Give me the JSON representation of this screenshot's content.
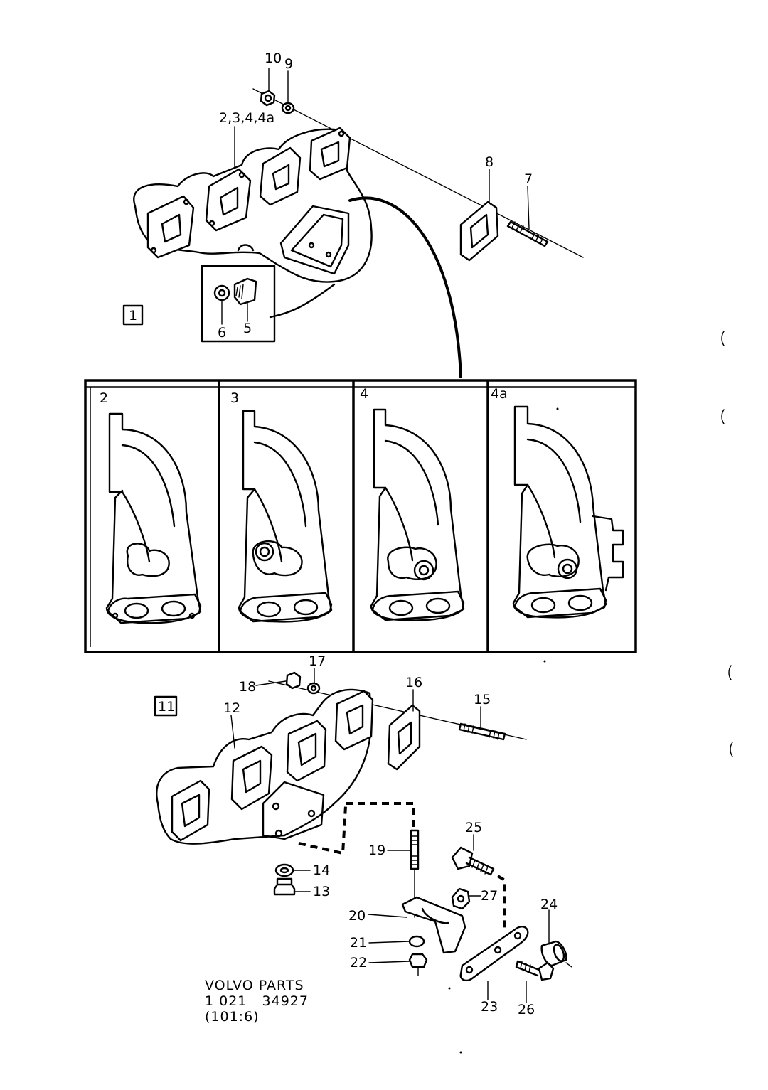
{
  "callouts": {
    "c10": "10",
    "c9": "9",
    "c234": "2,3,4,4a",
    "c8": "8",
    "c7": "7",
    "c6": "6",
    "c5": "5",
    "c17": "17",
    "c18": "18",
    "c16": "16",
    "c15": "15",
    "c12": "12",
    "c14": "14",
    "c13": "13",
    "c19": "19",
    "c25": "25",
    "c27": "27",
    "c24": "24",
    "c20": "20",
    "c21": "21",
    "c22": "22",
    "c23": "23",
    "c26": "26"
  },
  "group_labels": {
    "g1": "1",
    "g11": "11"
  },
  "panels": {
    "p2": "2",
    "p3": "3",
    "p4": "4",
    "p4a": "4a"
  },
  "footer": {
    "line1": "VOLVO PARTS",
    "line2": "1 021   34927",
    "line3": "(101:6)"
  }
}
